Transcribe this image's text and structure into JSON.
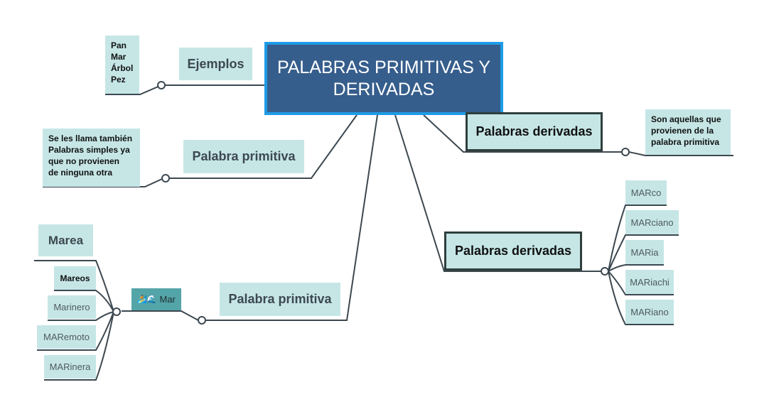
{
  "central": {
    "title": "PALABRAS PRIMITIVAS Y DERIVADAS"
  },
  "branches": {
    "ejemplos": {
      "label": "Ejemplos",
      "note": "Pan\nMar\nÁrbol\nPez"
    },
    "primitiva_def": {
      "label": "Palabra primitiva",
      "note": "Se les llama también\nPalabras simples ya\nque no provienen\nde ninguna otra"
    },
    "derivadas_def": {
      "label": "Palabras derivadas",
      "note": "Son aquellas que\nprovienen de la\npalabra primitiva"
    },
    "derivadas_ej": {
      "label": "Palabras derivadas",
      "items": [
        "MARco",
        "MARciano",
        "MARia",
        "MARiachi",
        "MARiano"
      ]
    },
    "primitiva_ej": {
      "label": "Palabra primitiva",
      "root": "Mar",
      "root_icon": "🏄🌊",
      "items": [
        "Marea",
        "Mareos",
        "Marinero",
        "MARemoto",
        "MARinera"
      ]
    }
  },
  "colors": {
    "central_bg": "#365e8c",
    "central_border": "#1e9be6",
    "node_bg": "#c6e6e6",
    "root_bg": "#54a5a8",
    "line": "#3c4850"
  }
}
